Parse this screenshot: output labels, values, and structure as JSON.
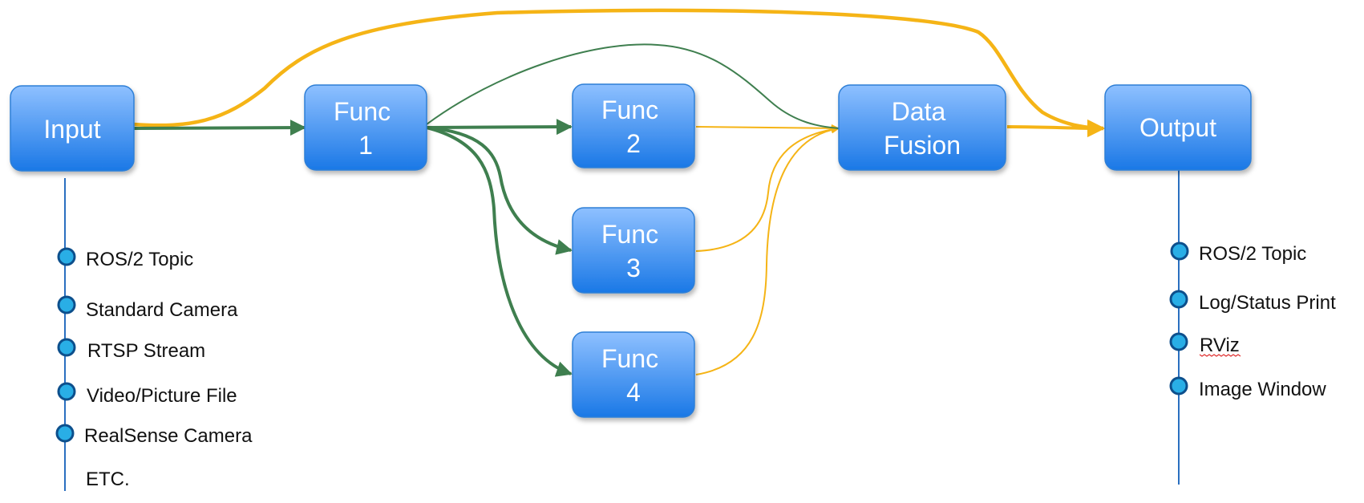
{
  "nodes": {
    "input": {
      "lines": [
        "Input"
      ]
    },
    "func1": {
      "lines": [
        "Func",
        "1"
      ]
    },
    "func2": {
      "lines": [
        "Func",
        "2"
      ]
    },
    "func3": {
      "lines": [
        "Func",
        "3"
      ]
    },
    "func4": {
      "lines": [
        "Func",
        "4"
      ]
    },
    "fusion": {
      "lines": [
        "Data",
        "Fusion"
      ]
    },
    "output": {
      "lines": [
        "Output"
      ]
    }
  },
  "input_sources": [
    {
      "label": "ROS/2 Topic",
      "has_bullet": true
    },
    {
      "label": "Standard Camera",
      "has_bullet": true
    },
    {
      "label": "RTSP Stream",
      "has_bullet": true
    },
    {
      "label": "Video/Picture File",
      "has_bullet": true
    },
    {
      "label": "RealSense Camera",
      "has_bullet": true
    },
    {
      "label": "ETC.",
      "has_bullet": false
    }
  ],
  "output_targets": [
    {
      "label": "ROS/2 Topic",
      "has_bullet": true
    },
    {
      "label": "Log/Status Print",
      "has_bullet": true
    },
    {
      "label": "RViz",
      "has_bullet": true,
      "spellcheck_underline": true
    },
    {
      "label": "Image Window",
      "has_bullet": true
    }
  ],
  "colors": {
    "node_top": "#8ec0ff",
    "node_bottom": "#1a78e6",
    "node_stroke": "#2f7fd6",
    "green_edge": "#3f7f4f",
    "yellow_edge": "#f5b416",
    "timeline": "#2a6fc0",
    "bullet_fill": "#29aee6",
    "bullet_stroke": "#0d4f8c",
    "spellcheck": "#e03030"
  }
}
